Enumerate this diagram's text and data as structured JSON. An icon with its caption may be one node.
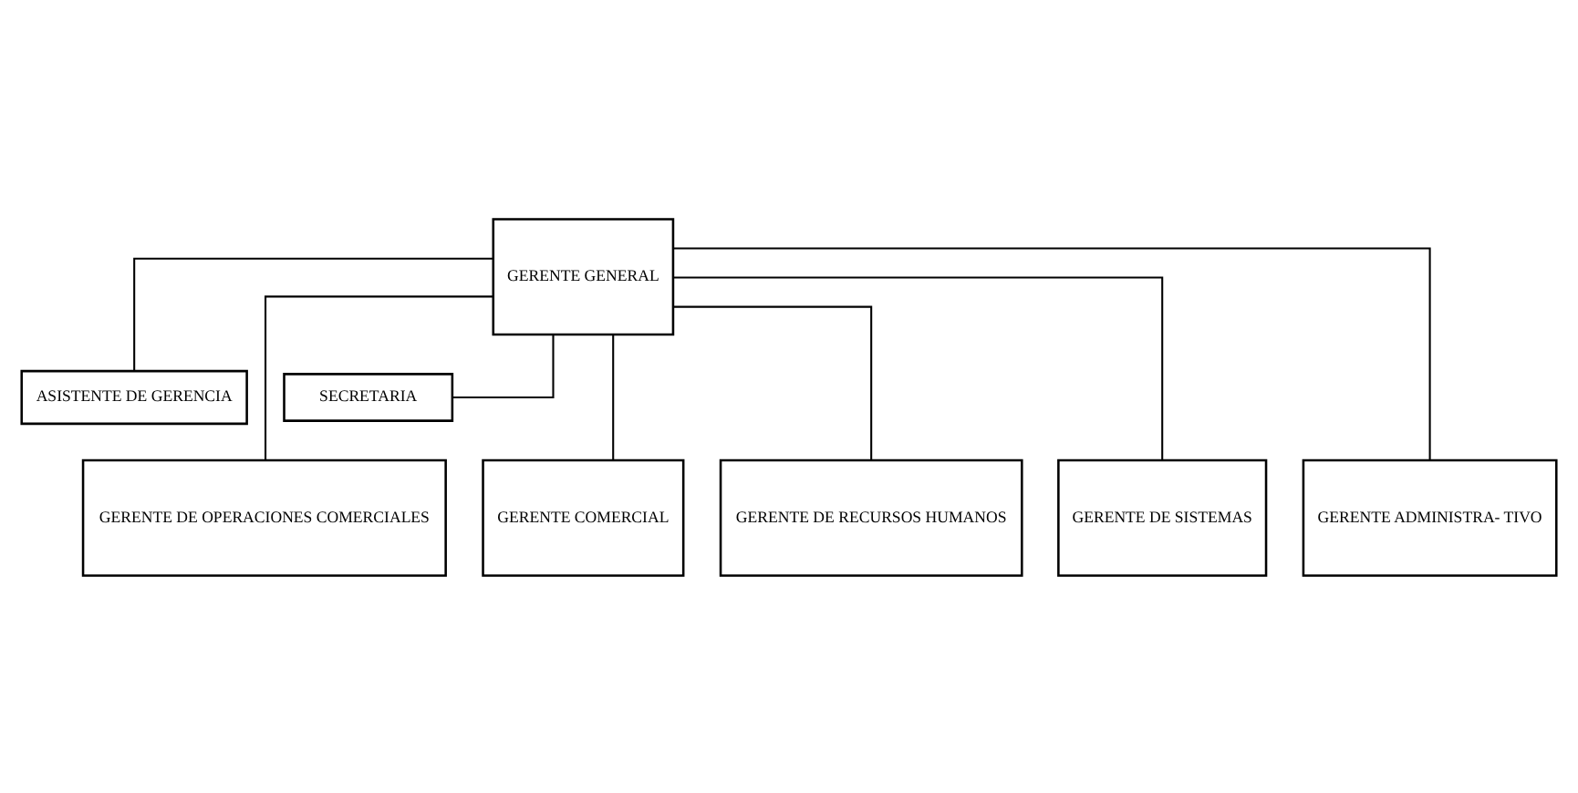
{
  "diagram": {
    "nodes": [
      {
        "text": [
          "GERENTE GENERAL"
        ]
      },
      {
        "text": [
          "ASISTENTE DE GERENCIA"
        ]
      },
      {
        "text": [
          "SECRETARIA"
        ]
      },
      {
        "text": [
          "GERENTE DE OPERACIONES COMERCIALES"
        ]
      },
      {
        "text": [
          "GERENTE COMERCIAL"
        ]
      },
      {
        "text": [
          "GERENTE DE RECURSOS HUMANOS"
        ]
      },
      {
        "text": [
          "GERENTE DE SISTEMAS"
        ]
      },
      {
        "text": [
          "GERENTE ADMINISTRA- TIVO"
        ]
      }
    ],
    "edges": [
      {
        "from": 0,
        "to": 1,
        "arrow": "none"
      },
      {
        "from": 0,
        "to": 2,
        "arrow": "none"
      },
      {
        "from": 0,
        "to": 3,
        "arrow": "none"
      },
      {
        "from": 0,
        "to": 4,
        "arrow": "none"
      },
      {
        "from": 0,
        "to": 5,
        "arrow": "none"
      },
      {
        "from": 0,
        "to": 6,
        "arrow": "none"
      },
      {
        "from": 0,
        "to": 7,
        "arrow": "none"
      }
    ]
  }
}
